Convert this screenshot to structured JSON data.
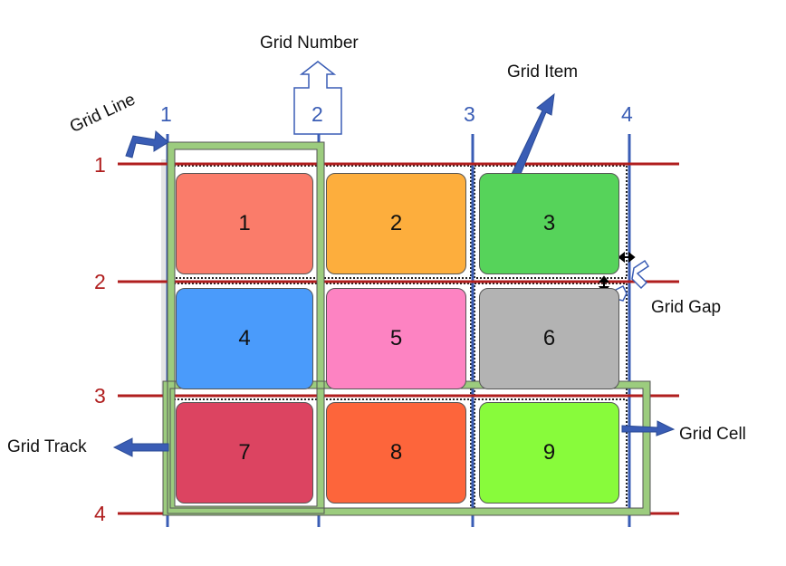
{
  "annotations": {
    "grid_number": "Grid Number",
    "grid_item": "Grid Item",
    "grid_line": "Grid Line",
    "grid_gap": "Grid Gap",
    "grid_cell": "Grid Cell",
    "grid_track": "Grid Track"
  },
  "column_line_numbers": [
    "1",
    "2",
    "3",
    "4"
  ],
  "row_line_numbers": [
    "1",
    "2",
    "3",
    "4"
  ],
  "items": [
    {
      "label": "1",
      "color": "#fa7c6a"
    },
    {
      "label": "2",
      "color": "#fdae3d"
    },
    {
      "label": "3",
      "color": "#56d35a"
    },
    {
      "label": "4",
      "color": "#4a9bfb"
    },
    {
      "label": "5",
      "color": "#fd83c2"
    },
    {
      "label": "6",
      "color": "#b3b3b3"
    },
    {
      "label": "7",
      "color": "#dc4461"
    },
    {
      "label": "8",
      "color": "#fd653b"
    },
    {
      "label": "9",
      "color": "#88fb3b"
    }
  ],
  "colors": {
    "column_line": "#3a5db5",
    "row_line": "#b01e1e",
    "track_highlight": "#9ccc7e",
    "arrow": "#3a5db5"
  }
}
